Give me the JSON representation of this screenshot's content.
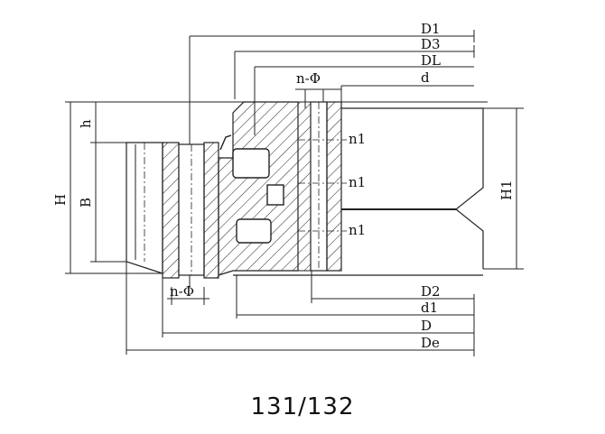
{
  "diagram": {
    "model": "131/132",
    "dimensions_top": [
      "D1",
      "D3",
      "DL",
      "d"
    ],
    "dimensions_bottom": [
      "D2",
      "d1",
      "D",
      "De"
    ],
    "vertical_dims": [
      "H",
      "h",
      "B",
      "H1"
    ],
    "hole_labels": [
      "n1",
      "n1",
      "n1"
    ],
    "bolt_label_top": "n-Φ",
    "bolt_label_bottom": "n-Φ"
  }
}
